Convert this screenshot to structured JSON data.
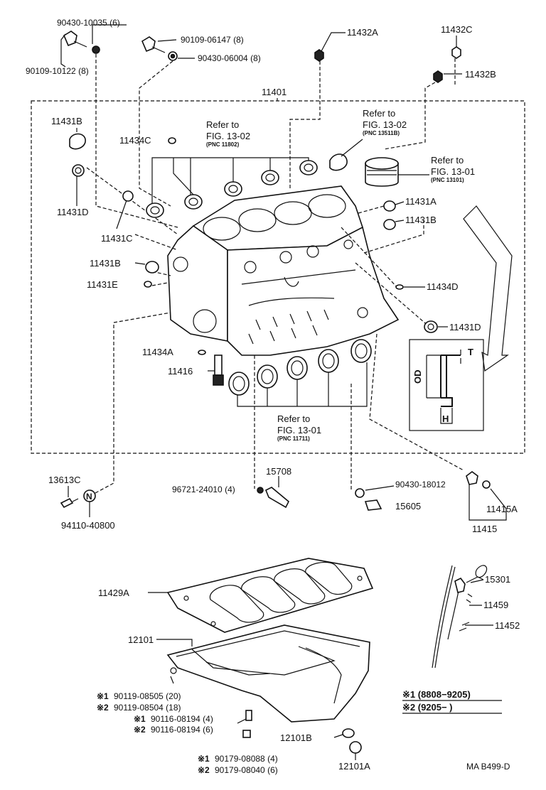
{
  "bolt_group": {
    "p1": "90430-10035 (6)",
    "p2": "90109-10122 (8)",
    "p3": "90109-06147 (8)",
    "p4": "90430-06004 (8)"
  },
  "top_parts": {
    "p11432A": "11432A",
    "p11432C": "11432C",
    "p11432B": "11432B",
    "p11401": "11401"
  },
  "block_labels": {
    "p11431B_a": "11431B",
    "p11434C": "11434C",
    "p11431D_a": "11431D",
    "p11431C": "11431C",
    "p11431A": "11431A",
    "p11431B_b": "11431B",
    "p11431B_c": "11431B",
    "p11431E": "11431E",
    "p11434D": "11434D",
    "p11431D_b": "11431D",
    "p11434A": "11434A",
    "p11416": "11416"
  },
  "refs": {
    "r1_l1": "Refer to",
    "r1_l2": "FIG. 13-02",
    "r1_pnc": "(PNC 11802)",
    "r2_l1": "Refer to",
    "r2_l2": "FIG. 13-02",
    "r2_pnc": "(PNC 13511B)",
    "r3_l1": "Refer to",
    "r3_l2": "FIG. 13-01",
    "r3_pnc": "(PNC 13101)",
    "r4_l1": "Refer to",
    "r4_l2": "FIG. 13-01",
    "r4_pnc": "(PNC 11711)"
  },
  "inset": {
    "t": "T",
    "od": "OD",
    "h": "H"
  },
  "lower_parts": {
    "p13613C": "13613C",
    "p94110": "94110-40800",
    "p15708": "15708",
    "p96721": "96721-24010 (4)",
    "p90430_18012": "90430-18012",
    "p15605": "15605",
    "p11415A": "11415A",
    "p11415": "11415",
    "badge": "N"
  },
  "pan_parts": {
    "p11429A": "11429A",
    "p12101": "12101",
    "p15301": "15301",
    "p11459": "11459",
    "p11452": "11452",
    "p12101B": "12101B",
    "p12101A": "12101A"
  },
  "fasteners": [
    {
      "mark": "※1",
      "text": "90119-08505 (20)"
    },
    {
      "mark": "※2",
      "text": "90119-08504 (18)"
    },
    {
      "mark": "※1",
      "text": "90116-08194 (4)"
    },
    {
      "mark": "※2",
      "text": "90116-08194 (6)"
    },
    {
      "mark": "※1",
      "text": "90179-08088 (4)"
    },
    {
      "mark": "※2",
      "text": "90179-08040 (6)"
    }
  ],
  "legend": {
    "l1": "※1 (8808−9205)",
    "l2": "※2 (9205−      )"
  },
  "code": "MA B499-D"
}
